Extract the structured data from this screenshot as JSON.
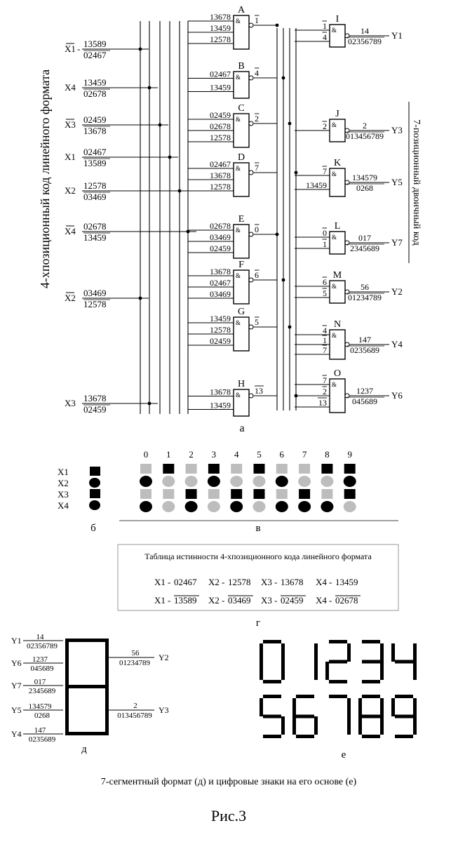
{
  "left_vertical_label": "4-хпозиционный код линейного формата",
  "right_vertical_label": "7-позиционный двоичный код",
  "inputs": [
    {
      "name": "X1",
      "bar": true,
      "top": "13589",
      "bottom": "02467",
      "dash": true
    },
    {
      "name": "X4",
      "bar": false,
      "top": "13459",
      "bottom": "02678",
      "dash": false
    },
    {
      "name": "X3",
      "bar": true,
      "top": "02459",
      "bottom": "13678",
      "dash": false
    },
    {
      "name": "X1",
      "bar": false,
      "top": "02467",
      "bottom": "13589",
      "dash": false
    },
    {
      "name": "X2",
      "bar": false,
      "top": "12578",
      "bottom": "03469",
      "dash": false
    },
    {
      "name": "X4",
      "bar": true,
      "top": "02678",
      "bottom": "13459",
      "dash": false
    },
    {
      "name": "X2",
      "bar": true,
      "top": "03469",
      "bottom": "12578",
      "dash": false
    },
    {
      "name": "X3",
      "bar": false,
      "top": "13678",
      "bottom": "02459",
      "dash": false
    }
  ],
  "first_gates": [
    {
      "letter": "A",
      "symbol": "&",
      "inputs": [
        "13678",
        "13459",
        "12578"
      ],
      "output": "1"
    },
    {
      "letter": "B",
      "symbol": "&",
      "inputs": [
        "02467",
        "13459"
      ],
      "output": "4"
    },
    {
      "letter": "C",
      "symbol": "&",
      "inputs": [
        "02459",
        "02678",
        "12578"
      ],
      "output": "2"
    },
    {
      "letter": "D",
      "symbol": "&",
      "inputs": [
        "02467",
        "13678",
        "12578"
      ],
      "output": "7"
    },
    {
      "letter": "E",
      "symbol": "&",
      "inputs": [
        "02678",
        "03469",
        "02459"
      ],
      "output": "0"
    },
    {
      "letter": "F",
      "symbol": "&",
      "inputs": [
        "13678",
        "02467",
        "03469"
      ],
      "output": "6"
    },
    {
      "letter": "G",
      "symbol": "&",
      "inputs": [
        "13459",
        "12578",
        "02459"
      ],
      "output": "5"
    },
    {
      "letter": "H",
      "symbol": "&",
      "inputs": [
        "13678",
        "13459"
      ],
      "output": "13"
    }
  ],
  "second_gates": [
    {
      "letter": "I",
      "symbol": "&",
      "inputs": [
        "1",
        "4"
      ],
      "out_top": "14",
      "out_bottom": "02356789",
      "y": "Y1"
    },
    {
      "letter": "J",
      "symbol": "&",
      "inputs": [
        "2"
      ],
      "out_top": "2",
      "out_bottom": "013456789",
      "y": "Y3"
    },
    {
      "letter": "K",
      "symbol": "&",
      "inputs": [
        "7",
        "13459"
      ],
      "out_top": "134579",
      "out_bottom": "0268",
      "y": "Y5"
    },
    {
      "letter": "L",
      "symbol": "&",
      "inputs": [
        "0",
        "1"
      ],
      "out_top": "017",
      "out_bottom": "2345689",
      "y": "Y7"
    },
    {
      "letter": "M",
      "symbol": "&",
      "inputs": [
        "6",
        "5"
      ],
      "out_top": "56",
      "out_bottom": "01234789",
      "y": "Y2"
    },
    {
      "letter": "N",
      "symbol": "&",
      "inputs": [
        "4",
        "1",
        "7"
      ],
      "out_top": "147",
      "out_bottom": "0235689",
      "y": "Y4"
    },
    {
      "letter": "O",
      "symbol": "&",
      "inputs": [
        "7",
        "2",
        "13"
      ],
      "out_top": "1237",
      "out_bottom": "045689",
      "y": "Y6"
    }
  ],
  "caption_a": "а",
  "legend_b": {
    "labels": [
      "X1",
      "X2",
      "X3",
      "X4"
    ],
    "caption": "б"
  },
  "grid_v": {
    "digits": [
      "0",
      "1",
      "2",
      "3",
      "4",
      "5",
      "6",
      "7",
      "8",
      "9"
    ],
    "active": [
      [
        0,
        1,
        0,
        1,
        0,
        1,
        0,
        0,
        1,
        1
      ],
      [
        1,
        0,
        0,
        1,
        0,
        0,
        1,
        0,
        0,
        1
      ],
      [
        0,
        0,
        1,
        0,
        1,
        1,
        0,
        1,
        0,
        1
      ],
      [
        1,
        0,
        1,
        0,
        1,
        0,
        1,
        1,
        1,
        0
      ]
    ],
    "caption": "в",
    "active_color": "#000000",
    "inactive_color": "#bdbdbd"
  },
  "truth_table": {
    "title": "Таблица истинности 4-хпозиционного кода линейного формата",
    "row1": [
      {
        "var": "X1",
        "sep": "-",
        "val": "02467"
      },
      {
        "var": "X2",
        "sep": "-",
        "val": "12578"
      },
      {
        "var": "X3",
        "sep": "-",
        "val": "13678"
      },
      {
        "var": "X4",
        "sep": "-",
        "val": "13459"
      }
    ],
    "row2": [
      {
        "var": "X1",
        "sep": "-",
        "val": "13589"
      },
      {
        "var": "X2",
        "sep": "-",
        "val": "03469"
      },
      {
        "var": "X3",
        "sep": "-",
        "val": "02459"
      },
      {
        "var": "X4",
        "sep": "-",
        "val": "02678"
      }
    ],
    "caption": "г"
  },
  "seven_segment": {
    "left_labels": [
      {
        "y": "Y1",
        "top": "14",
        "bottom": "02356789"
      },
      {
        "y": "Y6",
        "top": "1237",
        "bottom": "045689"
      },
      {
        "y": "Y7",
        "top": "017",
        "bottom": "2345689"
      },
      {
        "y": "Y5",
        "top": "134579",
        "bottom": "0268"
      },
      {
        "y": "Y4",
        "top": "147",
        "bottom": "0235689"
      }
    ],
    "right_labels": [
      {
        "y": "Y2",
        "top": "56",
        "bottom": "01234789"
      },
      {
        "y": "Y3",
        "top": "2",
        "bottom": "013456789"
      }
    ],
    "caption": "д"
  },
  "digits_e": {
    "row1": [
      "0",
      "1",
      "2",
      "3",
      "4"
    ],
    "row2": [
      "5",
      "6",
      "7",
      "8",
      "9"
    ],
    "caption": "е"
  },
  "figure_caption": "7-сегментный формат (д) и цифровые знаки на его основе (е)",
  "figure_number": "Рис.3"
}
